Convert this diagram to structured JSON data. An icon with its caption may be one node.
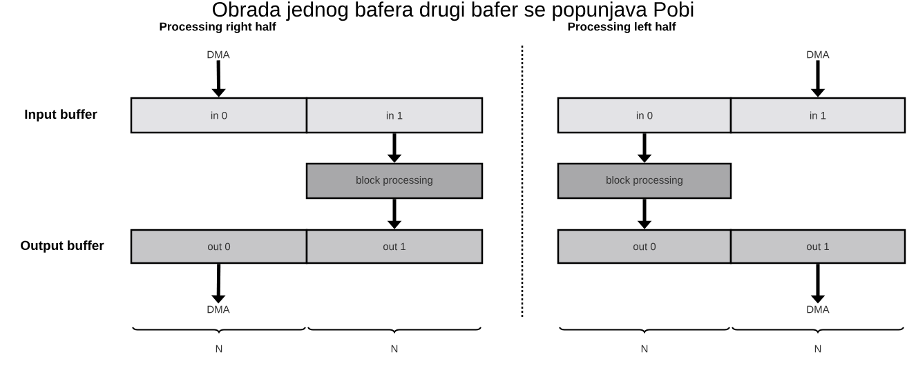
{
  "diagram": {
    "title": "Obrada jednog bafera drugi bafer se popunjava Pobi",
    "nodes": [
      {
        "text": [
          "DMA"
        ]
      },
      {
        "text": [
          "in 0"
        ]
      },
      {
        "text": [
          "in 1"
        ]
      },
      {
        "text": [
          "block processing"
        ]
      },
      {
        "text": [
          "out 0"
        ]
      },
      {
        "text": [
          "out 1"
        ]
      },
      {
        "text": [
          "DMA"
        ]
      },
      {
        "text": [
          "DMA"
        ]
      },
      {
        "text": [
          "in 0"
        ]
      },
      {
        "text": [
          "in 1"
        ]
      },
      {
        "text": [
          "block processing"
        ]
      },
      {
        "text": [
          "out 0"
        ]
      },
      {
        "text": [
          "out 1"
        ]
      },
      {
        "text": [
          "DMA"
        ]
      }
    ],
    "edges": [
      {
        "from": 0,
        "to": 1,
        "arrow": "to"
      },
      {
        "from": 2,
        "to": 3,
        "arrow": "to"
      },
      {
        "from": 3,
        "to": 5,
        "arrow": "to"
      },
      {
        "from": 4,
        "to": 6,
        "arrow": "to"
      },
      {
        "from": 7,
        "to": 9,
        "arrow": "to"
      },
      {
        "from": 8,
        "to": 10,
        "arrow": "to"
      },
      {
        "from": 10,
        "to": 11,
        "arrow": "to"
      },
      {
        "from": 12,
        "to": 13,
        "arrow": "to"
      }
    ],
    "labels": [
      "Processing right half",
      "Processing left half",
      "Input buffer",
      "Output buffer",
      "N",
      "N",
      "N",
      "N"
    ]
  }
}
